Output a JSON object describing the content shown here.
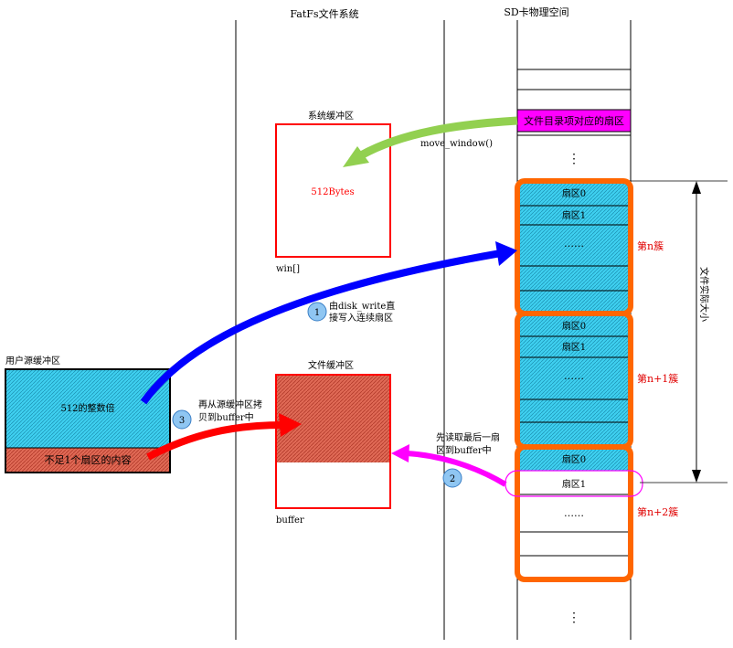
{
  "headers": {
    "fatfs": "FatFs文件系统",
    "sd": "SD卡物理空间"
  },
  "sys_buffer": {
    "title": "系统缓冲区",
    "content": "512Bytes",
    "caption": "win[]"
  },
  "file_buffer": {
    "title": "文件缓冲区",
    "caption": "buffer"
  },
  "user_buffer": {
    "title": "用户源缓冲区",
    "main": "512的整数倍",
    "tail": "不足1个扇区的内容"
  },
  "sd_column": {
    "dir_sector": "文件目录项对应的扇区",
    "ellipsis": "⋮",
    "dots": "……"
  },
  "clusters": [
    {
      "sector0": "扇区0",
      "sector1": "扇区1",
      "label": "第n簇"
    },
    {
      "sector0": "扇区0",
      "sector1": "扇区1",
      "label": "第n+1簇"
    },
    {
      "sector0": "扇区0",
      "sector1": "扇区1",
      "label": "第n+2簇"
    }
  ],
  "arrows": {
    "move_window": "move_window()",
    "step1_line1": "由disk_write直",
    "step1_line2": "接写入连续扇区",
    "step2_line1": "先读取最后一扇",
    "step2_line2": "区到buffer中",
    "step3_line1": "再从源缓冲区拷",
    "step3_line2": "贝到buffer中"
  },
  "steps": [
    "1",
    "2",
    "3"
  ],
  "size_label": "文件实际大小",
  "colors": {
    "red": "#ff0000",
    "cyan": "#33ccee",
    "orange": "#ff6600",
    "magenta": "#ff00ff",
    "blue": "#0000ff",
    "green": "#92d050",
    "label_red": "#e00000"
  }
}
